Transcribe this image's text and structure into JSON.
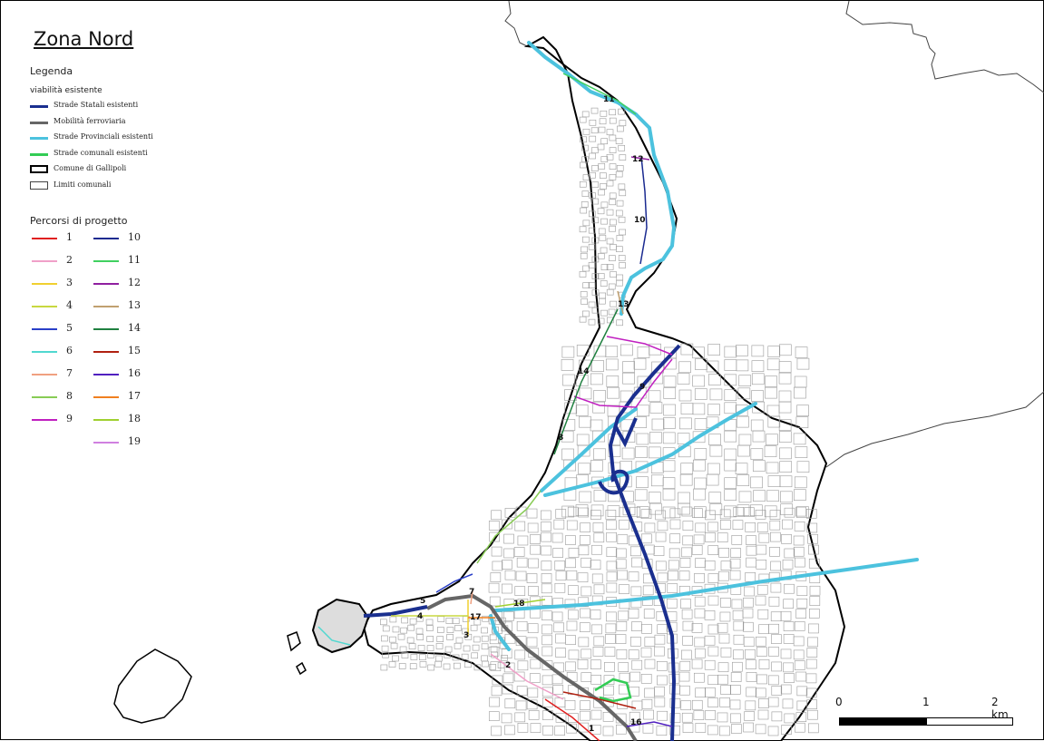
{
  "title": "Zona Nord",
  "legend": {
    "heading": "Legenda",
    "group_existing": "viabilità esistente",
    "existing_items": [
      {
        "label": "Strade Statali esistenti",
        "kind": "line",
        "color": "#1a2f8f"
      },
      {
        "label": "Mobilità ferroviaria",
        "kind": "line",
        "color": "#666666"
      },
      {
        "label": "Strade Provinciali esistenti",
        "kind": "line",
        "color": "#4cc2de"
      },
      {
        "label": "Strade comunali esistenti",
        "kind": "line",
        "color": "#33cc55"
      },
      {
        "label": "Comune di Gallipoli",
        "kind": "box-bold",
        "color": "#000000"
      },
      {
        "label": "Limiti comunali",
        "kind": "box",
        "color": "#444444"
      }
    ],
    "group_project": "Percorsi di progetto",
    "project_items": [
      {
        "label": "1",
        "color": "#e02020"
      },
      {
        "label": "2",
        "color": "#f0a0c8"
      },
      {
        "label": "3",
        "color": "#f0d030"
      },
      {
        "label": "4",
        "color": "#c8d840"
      },
      {
        "label": "5",
        "color": "#2a3fc8"
      },
      {
        "label": "6",
        "color": "#50d8d0"
      },
      {
        "label": "7",
        "color": "#f0a080"
      },
      {
        "label": "8",
        "color": "#88cc55"
      },
      {
        "label": "9",
        "color": "#c020c0"
      },
      {
        "label": "10",
        "color": "#1a2a90"
      },
      {
        "label": "11",
        "color": "#40d060"
      },
      {
        "label": "12",
        "color": "#9020a0"
      },
      {
        "label": "13",
        "color": "#c0a070"
      },
      {
        "label": "14",
        "color": "#208040"
      },
      {
        "label": "15",
        "color": "#b02010"
      },
      {
        "label": "16",
        "color": "#5020c0"
      },
      {
        "label": "17",
        "color": "#f08020"
      },
      {
        "label": "18",
        "color": "#a0d030"
      },
      {
        "label": "19",
        "color": "#d080e0"
      }
    ]
  },
  "map_labels": [
    "11",
    "12",
    "10",
    "13",
    "14",
    "9",
    "8",
    "5",
    "7",
    "18",
    "3",
    "4",
    "17",
    "2",
    "16",
    "1"
  ],
  "scale": {
    "labels": [
      "0",
      "1",
      "2 km"
    ]
  },
  "colors": {
    "statali": "#1a2f8f",
    "ferrovia": "#666666",
    "provinciali": "#4cc2de",
    "comunali": "#33cc55",
    "urban": "#9a9a9a",
    "outline": "#000000"
  }
}
